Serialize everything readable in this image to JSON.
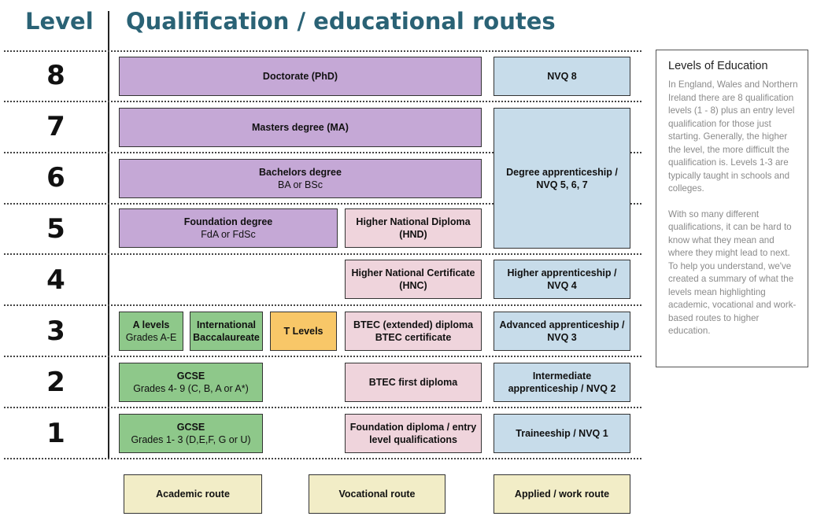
{
  "header": {
    "level": "Level",
    "title": "Qualification / educational routes"
  },
  "levels": [
    "8",
    "7",
    "6",
    "5",
    "4",
    "3",
    "2",
    "1"
  ],
  "boxes": {
    "doctorate": {
      "title": "Doctorate (PhD)"
    },
    "nvq8": {
      "title": "NVQ 8"
    },
    "masters": {
      "title": "Masters degree (MA)"
    },
    "bachelors": {
      "title": "Bachelors degree",
      "sub": "BA or BSc"
    },
    "degree_app": {
      "title": "Degree apprenticeship / NVQ 5, 6, 7"
    },
    "foundation_degree": {
      "title": "Foundation degree",
      "sub": "FdA or FdSc"
    },
    "hnd": {
      "title": "Higher National Diploma (HND)"
    },
    "hnc": {
      "title": "Higher National Certificate (HNC)"
    },
    "higher_app": {
      "title": "Higher apprenticeship / NVQ 4"
    },
    "a_levels": {
      "title": "A levels",
      "sub": "Grades A-E"
    },
    "ib": {
      "title": "International Baccalaureate"
    },
    "t_levels": {
      "title": "T Levels"
    },
    "btec_ext": {
      "title": "BTEC (extended) diploma BTEC certificate"
    },
    "advanced_app": {
      "title": "Advanced apprenticeship / NVQ 3"
    },
    "gcse2": {
      "title": "GCSE",
      "sub": "Grades 4- 9 (C, B, A or A*)"
    },
    "btec_first": {
      "title": "BTEC first diploma"
    },
    "intermediate_app": {
      "title": "Intermediate apprenticeship / NVQ 2"
    },
    "gcse1": {
      "title": "GCSE",
      "sub": "Grades 1- 3 (D,E,F, G or U)"
    },
    "foundation_diploma": {
      "title": "Foundation diploma / entry level qualifications"
    },
    "traineeship": {
      "title": "Traineeship / NVQ 1"
    }
  },
  "routes": {
    "academic": "Academic route",
    "vocational": "Vocational route",
    "applied": "Applied / work route"
  },
  "info": {
    "title": "Levels of Education",
    "p1": "In England, Wales and Northern Ireland there are 8 qualification levels (1 - 8) plus an entry level qualification for those just starting.  Generally, the higher the level, the more difficult the qualification is. Levels 1-3 are typically taught in schools and colleges.",
    "p2": "With so many different qualifications, it can be hard to know what they mean and where they might lead to next. To help you understand, we've created a summary of what the levels mean highlighting academic, vocational and work-based routes to higher education."
  },
  "colors": {
    "header": "#2a6275",
    "purple": "#c5a8d6",
    "blue": "#c7dcea",
    "pink": "#efd4dc",
    "green": "#8ec88a",
    "orange": "#f8c768",
    "cream": "#f2edc7"
  }
}
